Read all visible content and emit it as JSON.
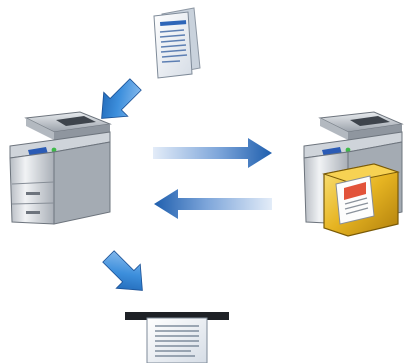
{
  "diagram": {
    "nodes": [
      {
        "id": "original-document",
        "icon": "document-icon"
      },
      {
        "id": "local-printer",
        "icon": "multifunction-printer-icon"
      },
      {
        "id": "remote-printer",
        "icon": "multifunction-printer-with-mailbox-icon"
      },
      {
        "id": "printed-output",
        "icon": "output-page-icon"
      }
    ],
    "edges": [
      {
        "from": "original-document",
        "to": "local-printer",
        "icon": "arrow-down-left-icon"
      },
      {
        "from": "local-printer",
        "to": "remote-printer",
        "icon": "arrow-right-icon"
      },
      {
        "from": "remote-printer",
        "to": "local-printer",
        "icon": "arrow-left-icon"
      },
      {
        "from": "local-printer",
        "to": "printed-output",
        "icon": "arrow-down-right-icon"
      }
    ],
    "colors": {
      "arrow_dark": "#1f5fae",
      "arrow_light": "#d7e6f6",
      "printer_body": "#d9dde2",
      "printer_dark": "#5a6068",
      "mailbox_gold": "#e6b422"
    }
  }
}
